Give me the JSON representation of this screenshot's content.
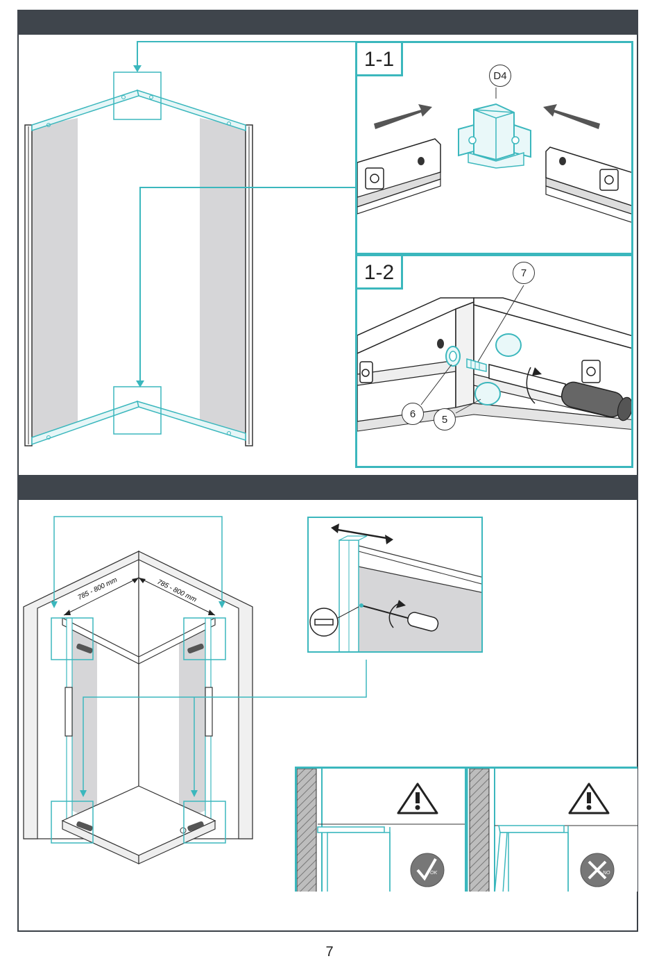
{
  "steps": {
    "step_1_1": {
      "label": "1-1"
    },
    "step_1_2": {
      "label": "1-2"
    }
  },
  "callouts": {
    "d4": "D4",
    "part_7": "7",
    "part_6": "6",
    "part_5": "5"
  },
  "dimensions": {
    "left": "785 - 800 mm",
    "right": "785 - 800 mm"
  },
  "badges": {
    "ok": "OK",
    "no": "NO"
  },
  "page_number": "7",
  "colors": {
    "accent": "#3bb7bd",
    "header_bar": "#3f454c",
    "glass": "#d6d6d8"
  }
}
